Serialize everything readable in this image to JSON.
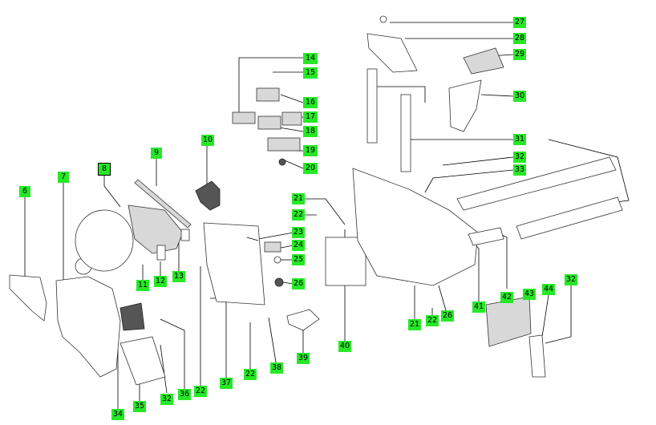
{
  "diagram": {
    "callouts": [
      {
        "id": "c6",
        "label": "6"
      },
      {
        "id": "c7",
        "label": "7"
      },
      {
        "id": "c8",
        "label": "8"
      },
      {
        "id": "c9",
        "label": "9"
      },
      {
        "id": "c10",
        "label": "10"
      },
      {
        "id": "c11",
        "label": "11"
      },
      {
        "id": "c12",
        "label": "12"
      },
      {
        "id": "c13",
        "label": "13"
      },
      {
        "id": "c14",
        "label": "14"
      },
      {
        "id": "c15",
        "label": "15"
      },
      {
        "id": "c16",
        "label": "16"
      },
      {
        "id": "c17",
        "label": "17"
      },
      {
        "id": "c18",
        "label": "18"
      },
      {
        "id": "c19",
        "label": "19"
      },
      {
        "id": "c20",
        "label": "20"
      },
      {
        "id": "c21a",
        "label": "21"
      },
      {
        "id": "c21b",
        "label": "21"
      },
      {
        "id": "c22a",
        "label": "22"
      },
      {
        "id": "c22b",
        "label": "22"
      },
      {
        "id": "c22c",
        "label": "22"
      },
      {
        "id": "c22d",
        "label": "22"
      },
      {
        "id": "c23",
        "label": "23"
      },
      {
        "id": "c24",
        "label": "24"
      },
      {
        "id": "c25",
        "label": "25"
      },
      {
        "id": "c26a",
        "label": "26"
      },
      {
        "id": "c26b",
        "label": "26"
      },
      {
        "id": "c27",
        "label": "27"
      },
      {
        "id": "c28",
        "label": "28"
      },
      {
        "id": "c29",
        "label": "29"
      },
      {
        "id": "c30",
        "label": "30"
      },
      {
        "id": "c31",
        "label": "31"
      },
      {
        "id": "c32a",
        "label": "32"
      },
      {
        "id": "c32b",
        "label": "32"
      },
      {
        "id": "c32c",
        "label": "32"
      },
      {
        "id": "c33",
        "label": "33"
      },
      {
        "id": "c34",
        "label": "34"
      },
      {
        "id": "c35",
        "label": "35"
      },
      {
        "id": "c36",
        "label": "36"
      },
      {
        "id": "c37",
        "label": "37"
      },
      {
        "id": "c38",
        "label": "38"
      },
      {
        "id": "c39",
        "label": "39"
      },
      {
        "id": "c40",
        "label": "40"
      },
      {
        "id": "c41",
        "label": "41"
      },
      {
        "id": "c42",
        "label": "42"
      },
      {
        "id": "c43",
        "label": "43"
      },
      {
        "id": "c44",
        "label": "44"
      }
    ],
    "selected_callout": "8",
    "colors": {
      "callout_fill": "#27e827",
      "callout_text": "#000000",
      "line": "#000000",
      "background": "#ffffff"
    }
  }
}
